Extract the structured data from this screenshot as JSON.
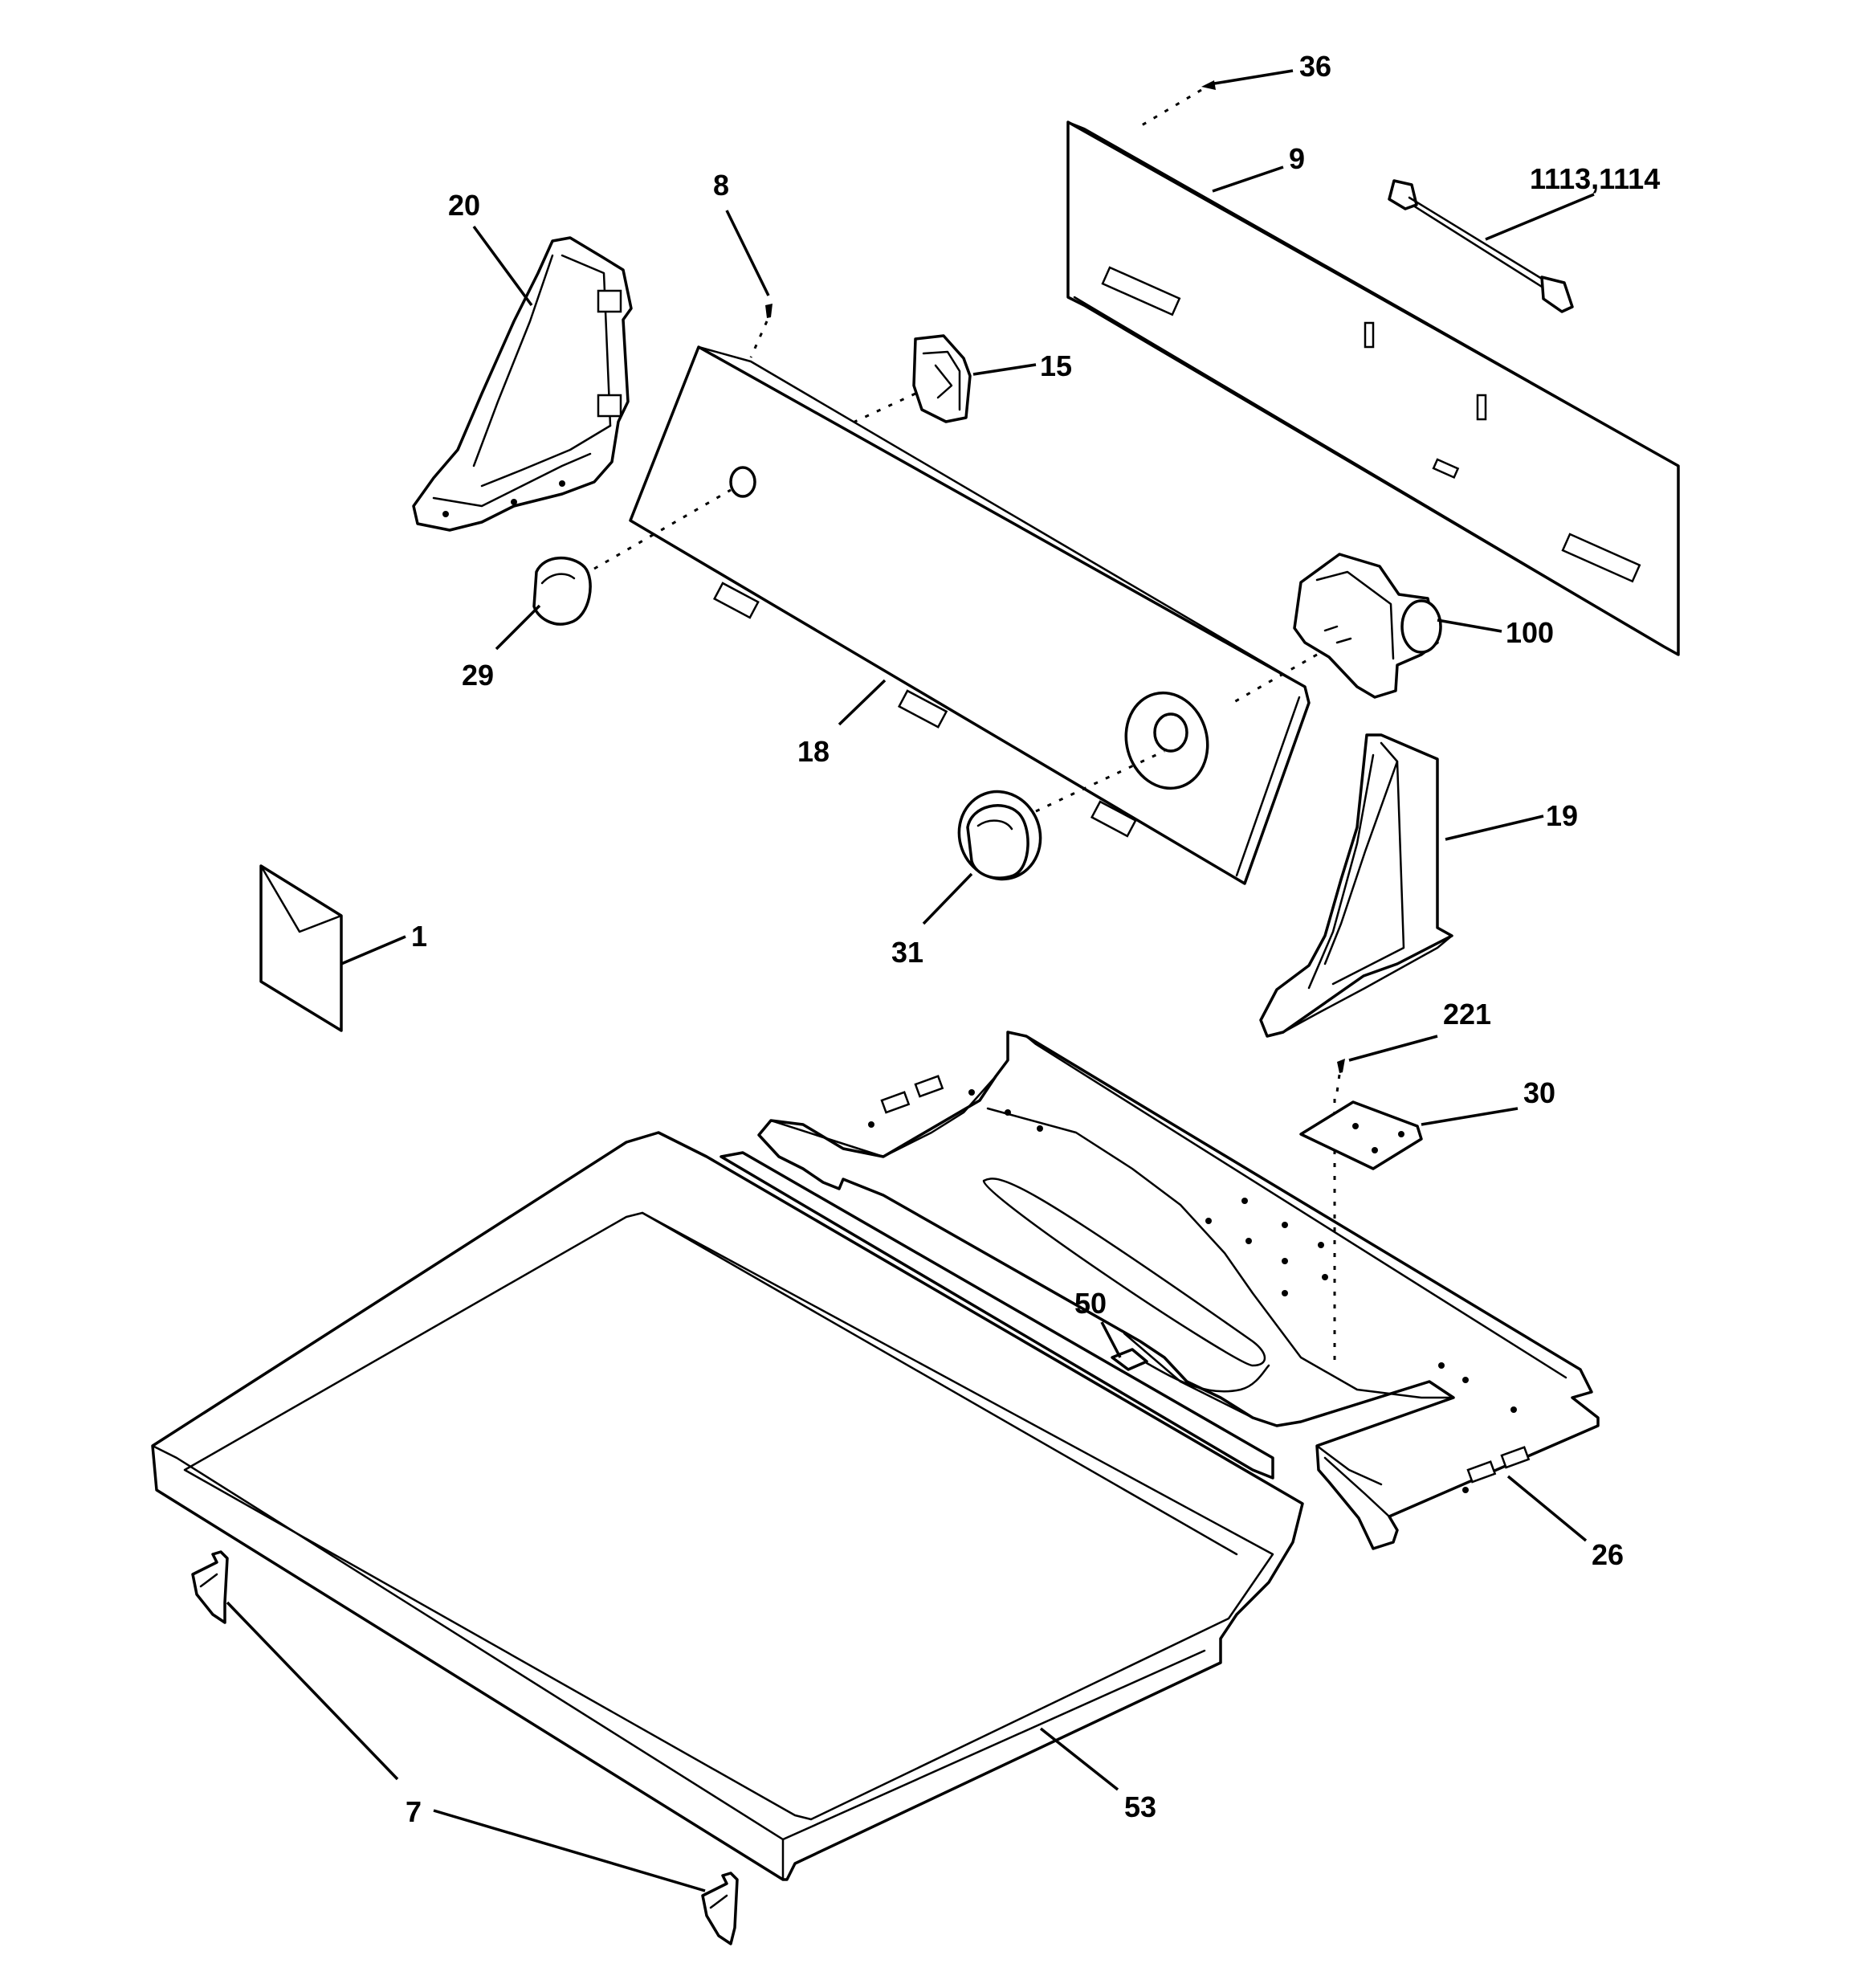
{
  "callouts": {
    "c36": "36",
    "c9": "9",
    "c1113": "1113,1114",
    "c20": "20",
    "c8": "8",
    "c15": "15",
    "c29": "29",
    "c100": "100",
    "c18": "18",
    "c19": "19",
    "c31": "31",
    "c1": "1",
    "c221": "221",
    "c30": "30",
    "c50": "50",
    "c26": "26",
    "c7": "7",
    "c53": "53"
  }
}
